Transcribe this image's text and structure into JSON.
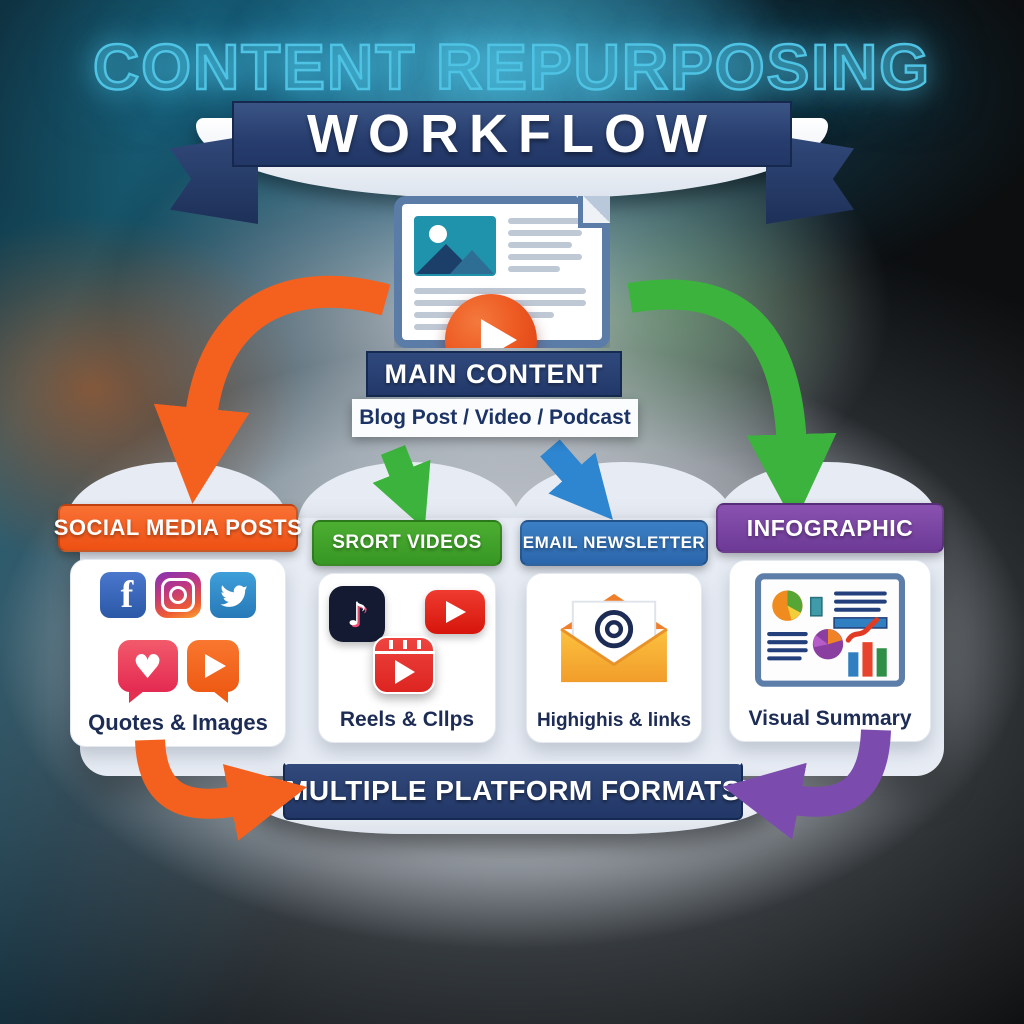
{
  "title": "CONTENT REPURPOSING",
  "ribbon": {
    "label": "WORKFLOW"
  },
  "source": {
    "label": "MAIN CONTENT",
    "formats": "Blog Post / Video / Podcast",
    "icon": "article-with-play-icon"
  },
  "branches": [
    {
      "header": "SOCIAL MEDIA POSTS",
      "caption": "Quotes & Images",
      "accent": "#F05A22",
      "icons": [
        "facebook-icon",
        "instagram-icon",
        "twitter-icon",
        "heart-bubble-icon",
        "play-bubble-icon"
      ]
    },
    {
      "header": "SRORT VIDEOS",
      "caption": "Reels & Cllps",
      "accent": "#3FA22C",
      "icons": [
        "tiktok-icon",
        "youtube-icon",
        "reels-icon"
      ]
    },
    {
      "header": "EMAIL NEWSLETTER",
      "caption": "Highighis & links",
      "accent": "#2E72B8",
      "icons": [
        "email-envelope-icon"
      ]
    },
    {
      "header": "INFOGRAPHIC",
      "caption": "Visual Summary",
      "accent": "#7443A0",
      "icons": [
        "chart-panel-icon"
      ]
    }
  ],
  "footer": {
    "label": "MULTIPLE PLATFORM FORMATS"
  },
  "arrow_colors": {
    "to_social": "#F4611E",
    "to_videos": "#3CB33C",
    "to_email": "#2E86D1",
    "to_infographic": "#3CB33C",
    "social_to_formats": "#F4611E",
    "infographic_to_formats": "#7B4CAE"
  }
}
